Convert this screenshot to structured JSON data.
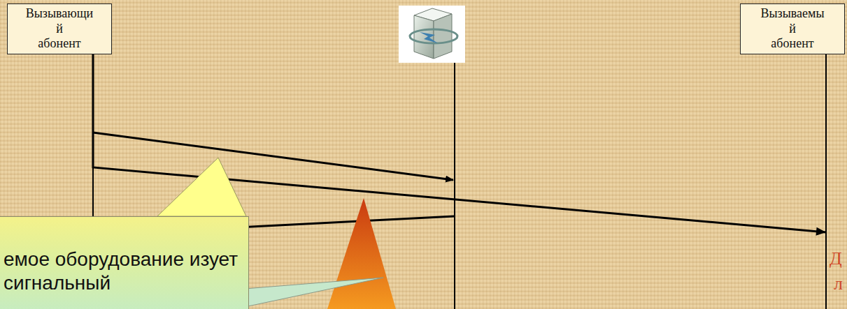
{
  "diagram": {
    "nodes": [
      {
        "text": [
          "Вызывающи й абонент"
        ]
      },
      {
        "text": [
          "Вызываемы й абонент"
        ]
      },
      {
        "text": [
          "емое оборудование изует сигнальный"
        ]
      }
    ],
    "edges": [
      {
        "from": 0,
        "to": 1,
        "arrow": "to"
      }
    ],
    "labels": [
      "Д",
      "л"
    ]
  }
}
